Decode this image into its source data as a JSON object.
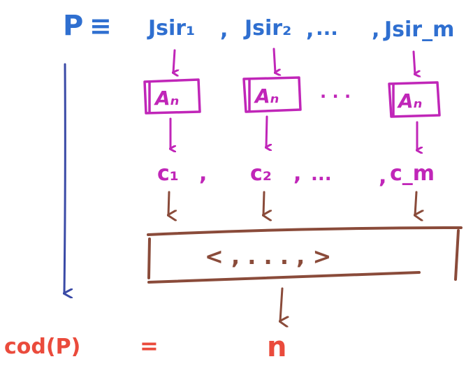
{
  "program": {
    "symbol": "P",
    "equiv": "≡",
    "instructions": [
      "Jsir₁",
      "Jsir₂",
      "Jsir_m"
    ],
    "sep": ",",
    "dots": "...",
    "dots_mid": "· · ·"
  },
  "boxes": {
    "label": "Aₙ"
  },
  "codes": {
    "items": [
      "c₁",
      "c₂",
      "c_m"
    ],
    "sep": ",",
    "dots": "..."
  },
  "tuple": {
    "text": "< , . . . , >"
  },
  "result": {
    "lhs": "cod(P)",
    "eq": "=",
    "value": "n"
  },
  "colors": {
    "blue": "#2f6fd0",
    "magenta": "#c026b8",
    "red": "#ea4b3c",
    "brown": "#8a4b3a",
    "navy": "#3a4aa6"
  }
}
